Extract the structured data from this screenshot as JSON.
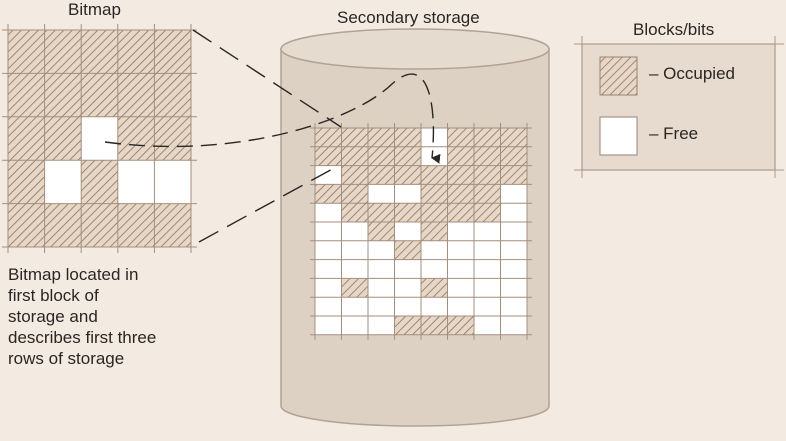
{
  "bitmap": {
    "title": "Bitmap",
    "rows": [
      [
        1,
        1,
        1,
        1,
        1
      ],
      [
        1,
        1,
        1,
        1,
        1
      ],
      [
        1,
        1,
        0,
        1,
        1
      ],
      [
        1,
        0,
        1,
        0,
        0
      ],
      [
        1,
        1,
        1,
        1,
        1
      ]
    ]
  },
  "storage": {
    "title": "Secondary storage",
    "rows": [
      [
        1,
        1,
        1,
        1,
        0,
        1,
        1,
        1
      ],
      [
        1,
        1,
        1,
        1,
        0,
        1,
        1,
        1
      ],
      [
        0,
        1,
        1,
        1,
        1,
        1,
        1,
        1
      ],
      [
        1,
        1,
        0,
        0,
        1,
        1,
        1,
        0
      ],
      [
        0,
        1,
        1,
        1,
        1,
        1,
        1,
        0
      ],
      [
        0,
        0,
        1,
        0,
        1,
        0,
        0,
        0
      ],
      [
        0,
        0,
        0,
        1,
        0,
        0,
        0,
        0
      ],
      [
        0,
        0,
        0,
        0,
        0,
        0,
        0,
        0
      ],
      [
        0,
        1,
        0,
        0,
        1,
        0,
        0,
        0
      ],
      [
        0,
        0,
        0,
        0,
        0,
        0,
        0,
        0
      ],
      [
        0,
        0,
        0,
        1,
        1,
        1,
        0,
        0
      ]
    ]
  },
  "legend": {
    "title": "Blocks/bits",
    "occupied": "– Occupied",
    "free": "– Free"
  },
  "caption": [
    "Bitmap located in",
    "first block of",
    "storage and",
    "describes first three",
    "rows of storage"
  ]
}
